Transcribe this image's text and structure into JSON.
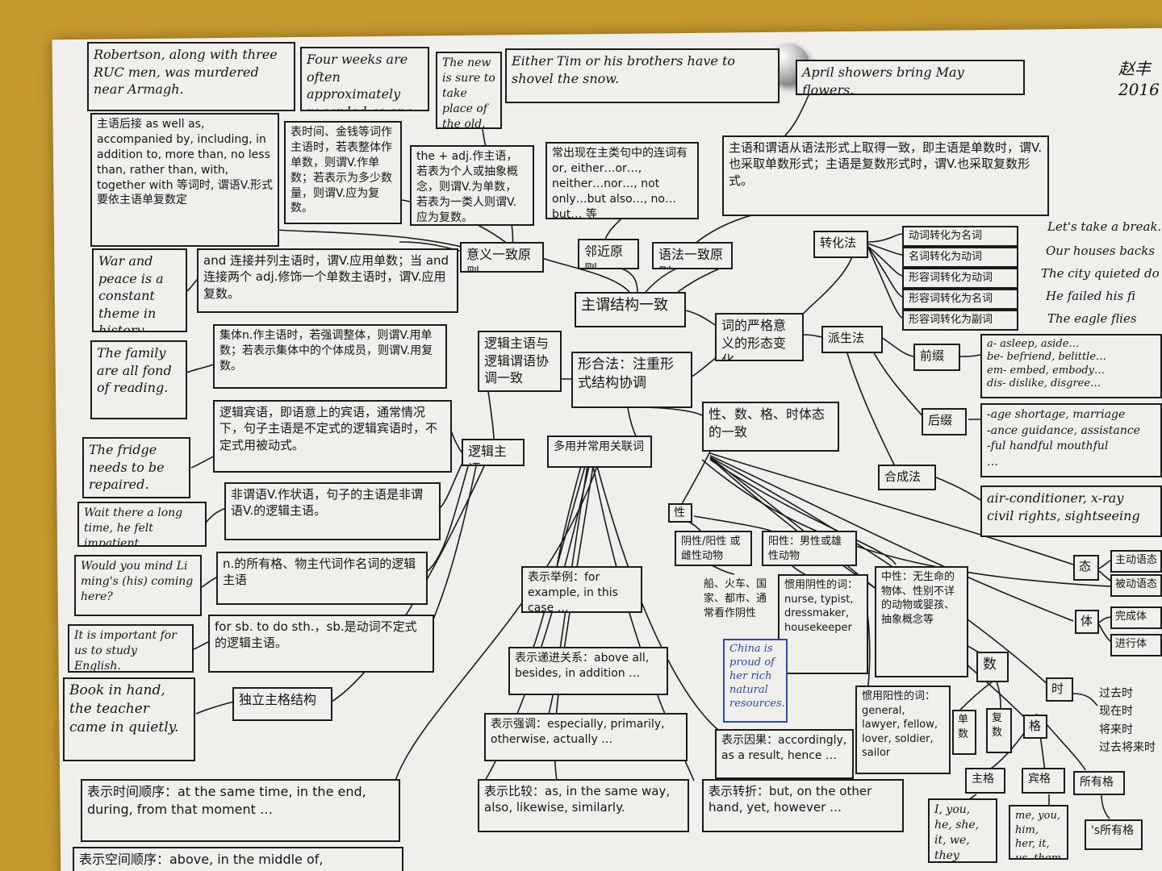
{
  "author_note": [
    "赵丰",
    "2016"
  ],
  "central": "主谓结构一致",
  "branches": {
    "meaning": "意义一致原则",
    "proximity": "邻近原则",
    "grammar": "语法一致原则",
    "logic_main": "逻辑主语与逻辑谓语协调一致",
    "hypotaxis": "形合法：注重形式结构协调",
    "word_change": "词的严格意义的形态变化",
    "logic_subject": "逻辑主语",
    "connectives": "多用并常用关联词",
    "gender_number": "性、数、格、时体态的一致"
  },
  "examples": {
    "robertson": "Robertson, along with three RUC men, was murdered near Armagh.",
    "four_weeks": "Four weeks are often approximately regarded as one month.",
    "new_sure": "The new is sure to take place of the old.",
    "either_tim": "Either Tim or his brothers have to shovel the snow.",
    "april": "April showers bring May flowers.",
    "war_peace": "War and peace is a constant theme in history.",
    "family": "The family are all fond of reading.",
    "fridge": "The fridge needs to be repaired.",
    "wait": "Wait there a long time, he felt impatient.",
    "would_you": "Would you mind Li ming's (his) coming here?",
    "important": "It is important for us to study English.",
    "book": "Book in hand, the teacher came in quietly.",
    "china": "China is proud of her rich natural resources."
  },
  "rules": {
    "as_well_as": "主语后接 as well as, accompanied by, including, in addition to, more than, no less than, rather than, with, together with 等词时, 谓语V.形式要依主语单复数定",
    "time_money": "表时间、金钱等词作主语时，若表整体作单数，则谓V.作单数；若表示为多少数量，则谓V.应为复数。",
    "the_adj": "the + adj.作主语，若表为个人或抽象概念，则谓V.为单数，若表为一类人则谓V.应为复数。",
    "connect_or": "常出现在主类句中的连词有 or, either…or…, neither…nor…, not only…but also…, no…but… 等",
    "grammar_rule": "主语和谓语从语法形式上取得一致，即主语是单数时，谓V.也采取单数形式；主语是复数形式时，谓V.也采取复数形式。",
    "and_rule": "and 连接并列主语时，谓V.应用单数；当 and 连接两个 adj.修饰一个单数主语时，谓V.应用复数。",
    "collective": "集体n.作主语时，若强调整体，则谓V.用单数；若表示集体中的个体成员，则谓V.用复数。",
    "logic_object": "逻辑宾语，即语意上的宾语，通常情况下，句子主语是不定式的逻辑宾语时，不定式用被动式。",
    "non_finite": "非谓语V.作状语，句子的主语是非谓语V.的逻辑主语。",
    "possessive": "n.的所有格、物主代词作名词的逻辑主语",
    "for_sb": "for sb. to do sth.，sb.是动词不定式的逻辑主语。",
    "absolute": "独立主格结构"
  },
  "conversion": {
    "label": "转化法",
    "items": [
      "动词转化为名词",
      "名词转化为动词",
      "形容词转化为动词",
      "形容词转化为名词",
      "形容词转化为副词"
    ],
    "examples": [
      "Let's take a break.",
      "Our houses backs",
      "The city quieted down",
      "He failed his fi",
      "The eagle flies"
    ]
  },
  "derivation": {
    "label": "派生法",
    "prefix_label": "前缀",
    "prefix": [
      "a-    asleep, aside…",
      "be-   befriend, belittle…",
      "em-   embed, embody…",
      "dis-  dislike, disgree…",
      "…"
    ],
    "suffix_label": "后缀",
    "suffix": [
      "-age   shortage, marriage",
      "-ance  guidance, assistance",
      "-ful   handful   mouthful",
      "…"
    ]
  },
  "compound": {
    "label": "合成法",
    "examples": [
      "air-conditioner,   x-ray",
      "civil rights,   sightseeing"
    ]
  },
  "connective_groups": [
    "表示举例：for example, in this case …",
    "表示递进关系：above all, besides, in addition …",
    "表示强调：especially, primarily, otherwise, actually …",
    "表示比较：as, in the same way, also, likewise, similarly.",
    "表示转折：but, on the other hand, yet, however …",
    "表示因果：accordingly, as a result, hence …",
    "表示时间顺序：at the same time, in the end, during, from that moment …",
    "表示空间顺序：above, in the middle of,"
  ],
  "gender": {
    "label": "性",
    "masc_fem": "阴性/阳性 或雌性动物",
    "male": "阳性：男性或雄性动物",
    "neutral": "中性：无生命的物体、性别不详的动物或婴孩、抽象概念等",
    "country": "船、火车、国家、都市、通常看作阴性",
    "female_habit": "惯用阴性的词：nurse, typist, dressmaker, housekeeper",
    "male_habit": "惯用阳性的词：general, lawyer, fellow, lover, soldier, sailor"
  },
  "number": {
    "label": "数",
    "items": [
      "单数",
      "复数"
    ]
  },
  "case": {
    "label": "格",
    "items": [
      "主格",
      "宾格",
      "所有格"
    ],
    "subj": "I, you, he, she, it, we, they",
    "obj": "me, you, him, her, it, us, them",
    "poss": "'s所有格"
  },
  "tense": {
    "label": "时",
    "items": [
      "过去时",
      "现在时",
      "将来时",
      "过去将来时"
    ]
  },
  "aspect": {
    "label": "体",
    "items": [
      "完成体",
      "进行体"
    ]
  },
  "voice": {
    "label": "态",
    "items": [
      "主动语态",
      "被动语态"
    ]
  }
}
